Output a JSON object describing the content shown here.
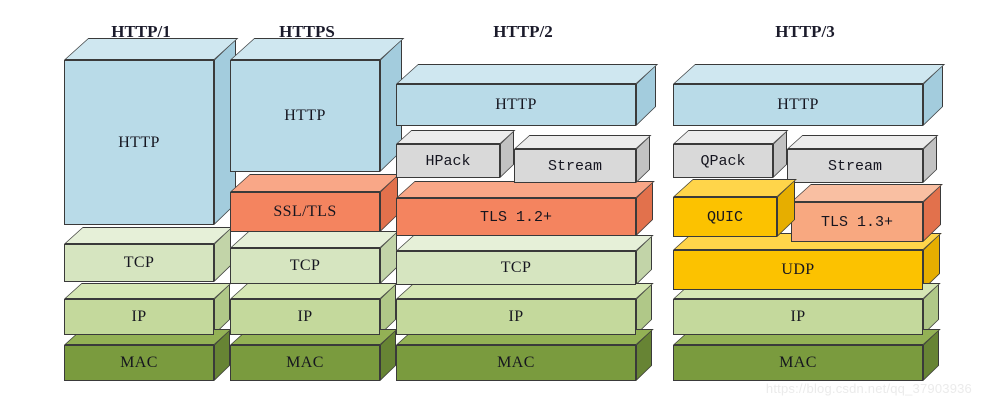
{
  "diagram": {
    "title_font_color": "#1b1b2b",
    "background": "#ffffff",
    "watermark": "https://blog.csdn.net/qq_37903936"
  },
  "palette": {
    "http_blue": "#b9dbe8",
    "http_blue_top": "#cfe7f0",
    "http_blue_side": "#a3ccdd",
    "gray": "#d9d9d9",
    "gray_top": "#ececec",
    "gray_side": "#c2c2c2",
    "tls_orange": "#f4845f",
    "tls_orange_top": "#f9a787",
    "tls_orange_side": "#e2714c",
    "tls13_orange": "#f8a880",
    "quic_yellow": "#fcc200",
    "quic_yellow_top": "#ffd54a",
    "quic_yellow_side": "#e6ae00",
    "udp_yellow": "#fcc200",
    "tcp_green": "#d6e5c0",
    "tcp_green_top": "#e6f0d8",
    "tcp_green_side": "#c2d4a8",
    "ip_green": "#c4d99c",
    "ip_green_top": "#d6e7b5",
    "ip_green_side": "#b0c888",
    "mac_green": "#7a9b3e",
    "mac_green_top": "#93b155",
    "mac_green_side": "#678434",
    "outline": "#3a3a3a"
  },
  "columns": [
    {
      "id": "http1",
      "title": "HTTP/1",
      "layers": [
        {
          "name": "http",
          "label": "HTTP",
          "mono": false
        },
        {
          "name": "tcp",
          "label": "TCP",
          "mono": false
        },
        {
          "name": "ip",
          "label": "IP",
          "mono": false
        },
        {
          "name": "mac",
          "label": "MAC",
          "mono": false
        }
      ]
    },
    {
      "id": "https",
      "title": "HTTPS",
      "layers": [
        {
          "name": "http",
          "label": "HTTP",
          "mono": false
        },
        {
          "name": "ssl-tls",
          "label": "SSL/TLS",
          "mono": false
        },
        {
          "name": "tcp",
          "label": "TCP",
          "mono": false
        },
        {
          "name": "ip",
          "label": "IP",
          "mono": false
        },
        {
          "name": "mac",
          "label": "MAC",
          "mono": false
        }
      ]
    },
    {
      "id": "http2",
      "title": "HTTP/2",
      "layers": [
        {
          "name": "http",
          "label": "HTTP",
          "mono": false
        },
        {
          "name": "hpack",
          "label": "HPack",
          "mono": true
        },
        {
          "name": "stream",
          "label": "Stream",
          "mono": true
        },
        {
          "name": "tls",
          "label": "TLS 1.2+",
          "mono": true
        },
        {
          "name": "tcp",
          "label": "TCP",
          "mono": false
        },
        {
          "name": "ip",
          "label": "IP",
          "mono": false
        },
        {
          "name": "mac",
          "label": "MAC",
          "mono": false
        }
      ]
    },
    {
      "id": "http3",
      "title": "HTTP/3",
      "layers": [
        {
          "name": "http",
          "label": "HTTP",
          "mono": false
        },
        {
          "name": "qpack",
          "label": "QPack",
          "mono": true
        },
        {
          "name": "stream",
          "label": "Stream",
          "mono": true
        },
        {
          "name": "quic",
          "label": "QUIC",
          "mono": true
        },
        {
          "name": "tls",
          "label": "TLS 1.3+",
          "mono": true
        },
        {
          "name": "udp",
          "label": "UDP",
          "mono": false
        },
        {
          "name": "ip",
          "label": "IP",
          "mono": false
        },
        {
          "name": "mac",
          "label": "MAC",
          "mono": false
        }
      ]
    }
  ]
}
